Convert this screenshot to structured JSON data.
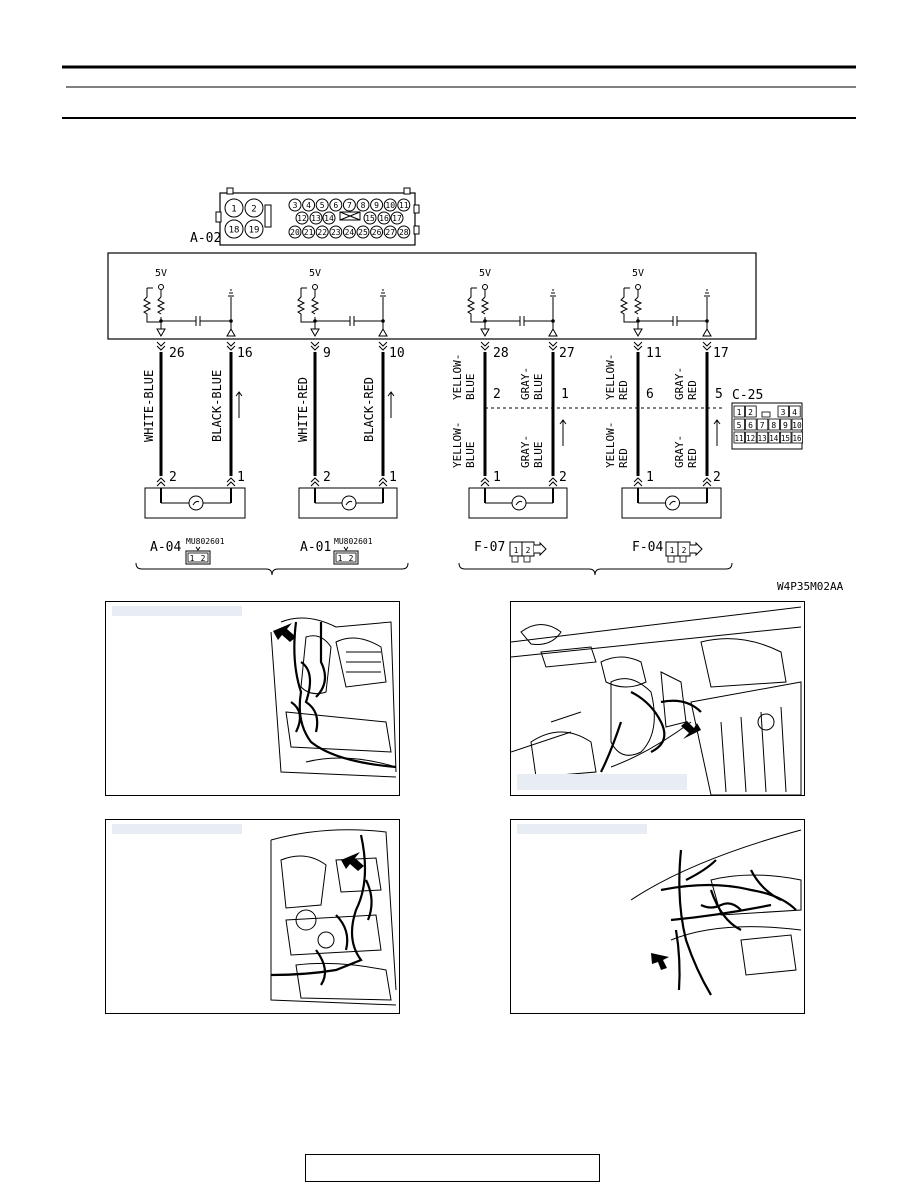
{
  "main_connector": {
    "label": "A-02",
    "pins_row1": [
      "1",
      "2",
      "3",
      "4",
      "5",
      "6",
      "7",
      "8",
      "9",
      "10",
      "11"
    ],
    "pins_row2": [
      "12",
      "13",
      "14",
      "15",
      "16",
      "17"
    ],
    "pins_row3": [
      "18",
      "19",
      "20",
      "21",
      "22",
      "23",
      "24",
      "25",
      "26",
      "27",
      "28"
    ]
  },
  "supply_label": "5V",
  "circuits": [
    {
      "pin_left": "26",
      "pin_right": "16",
      "wire_left": "WHITE-BLUE",
      "wire_right": "BLACK-BLUE",
      "sensor_left": "2",
      "sensor_right": "1"
    },
    {
      "pin_left": "9",
      "pin_right": "10",
      "wire_left": "WHITE-RED",
      "wire_right": "BLACK-RED",
      "sensor_left": "2",
      "sensor_right": "1"
    },
    {
      "pin_left": "28",
      "pin_right": "27",
      "wire_left_top": "YELLOW-\nBLUE",
      "wire_right_top": "GRAY-\nBLUE",
      "c25_left": "2",
      "c25_right": "1",
      "wire_left_bottom": "YELLOW-\nBLUE",
      "wire_right_bottom": "GRAY-\nBLUE",
      "sensor_left": "1",
      "sensor_right": "2"
    },
    {
      "pin_left": "11",
      "pin_right": "17",
      "wire_left_top": "YELLOW-\nRED",
      "wire_right_top": "GRAY-\nRED",
      "c25_left": "6",
      "c25_right": "5",
      "wire_left_bottom": "YELLOW-\nRED",
      "wire_right_bottom": "GRAY-\nRED",
      "sensor_left": "1",
      "sensor_right": "2"
    }
  ],
  "c25": {
    "label": "C-25",
    "pins_row1": [
      "1",
      "2",
      "3",
      "4"
    ],
    "pins_row2": [
      "5",
      "6",
      "7",
      "8",
      "9",
      "10"
    ],
    "pins_row3": [
      "11",
      "12",
      "13",
      "14",
      "15",
      "16"
    ]
  },
  "sensor_connectors": [
    {
      "label": "A-04",
      "part": "MU802601",
      "pins": [
        "1",
        "2"
      ]
    },
    {
      "label": "A-01",
      "part": "MU802601",
      "pins": [
        "1",
        "2"
      ]
    },
    {
      "label": "F-07",
      "pins": [
        "1",
        "2"
      ]
    },
    {
      "label": "F-04",
      "pins": [
        "1",
        "2"
      ]
    }
  ],
  "figure_code": "W4P35M02AA",
  "photos": [
    "engine-compartment-left",
    "engine-center-connector",
    "engine-compartment-right",
    "rear-wiring-harness"
  ]
}
